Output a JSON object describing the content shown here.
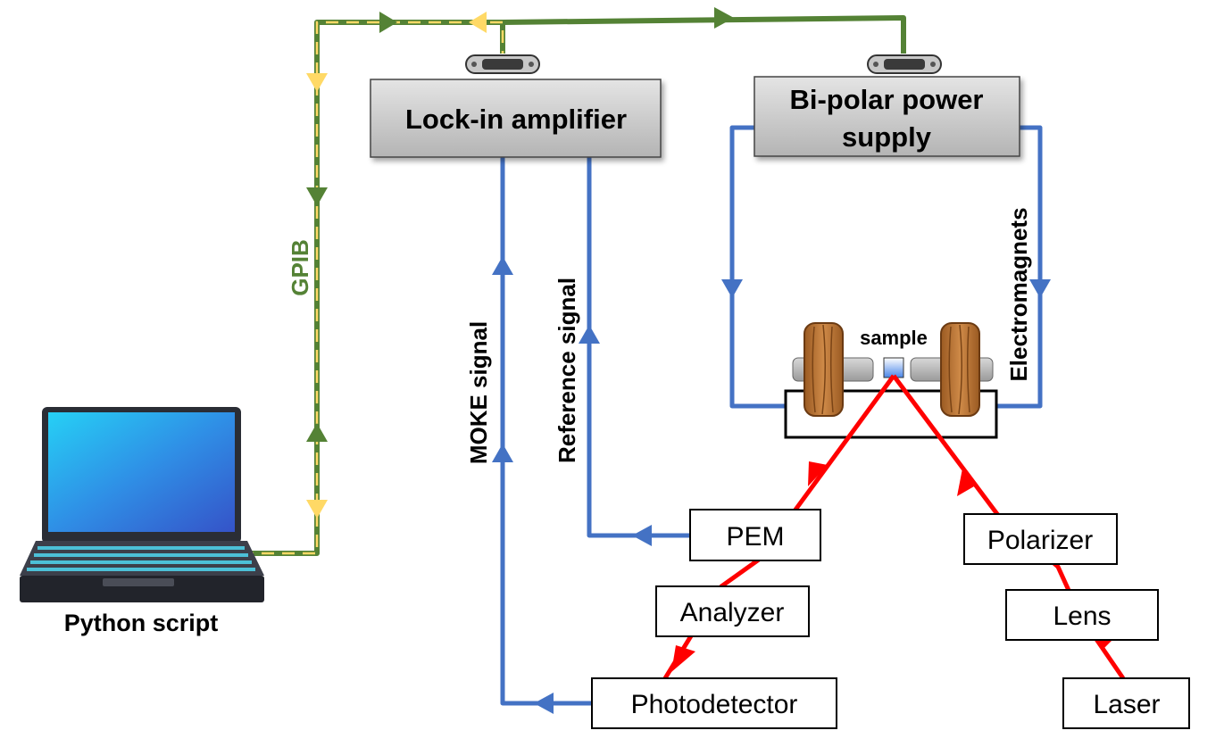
{
  "instruments": {
    "lockin": "Lock-in amplifier",
    "power_supply_line1": "Bi-polar power",
    "power_supply_line2": "supply"
  },
  "computer": {
    "label": "Python script"
  },
  "signals": {
    "gpib": "GPIB",
    "moke": "MOKE signal",
    "reference": "Reference signal",
    "electromagnets": "Electromagnets",
    "sample": "sample"
  },
  "optics": {
    "pem": "PEM",
    "analyzer": "Analyzer",
    "photodetector": "Photodetector",
    "polarizer": "Polarizer",
    "lens": "Lens",
    "laser": "Laser"
  },
  "colors": {
    "gpib_green": "#548235",
    "gpib_yellow": "#ffd966",
    "signal_blue": "#4472c4",
    "laser_red": "#ff0000",
    "instrument_gray": "#bfbfbf",
    "coil_wood": "#b8743a"
  },
  "icons": [
    "laptop-icon",
    "gpib-connector-icon",
    "electromagnet-coil-icon"
  ]
}
